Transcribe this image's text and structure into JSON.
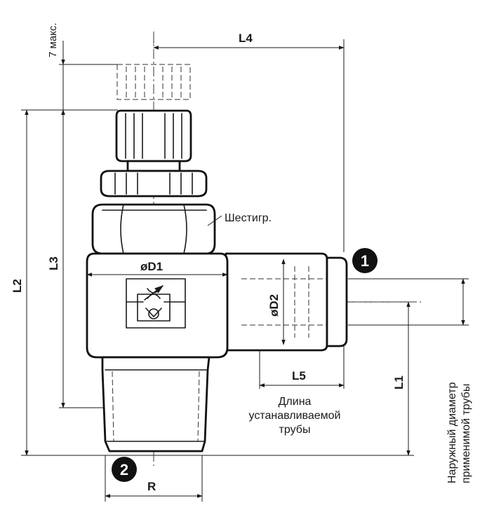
{
  "dimensions": {
    "l1": "L1",
    "l2": "L2",
    "l3": "L3",
    "l4": "L4",
    "l5": "L5",
    "d1": "øD1",
    "d2": "øD2",
    "r": "R",
    "knob_travel": "7 макс."
  },
  "labels": {
    "hex": "Шестигр.",
    "tube_length": [
      "Длина",
      "устанавливаемой",
      "трубы"
    ],
    "tube_od": [
      "Наружный диаметр",
      "применимой трубы"
    ]
  },
  "callouts": {
    "one": "1",
    "two": "2"
  },
  "colors": {
    "line": "#1a1a1a",
    "callout_fill": "#111111"
  }
}
